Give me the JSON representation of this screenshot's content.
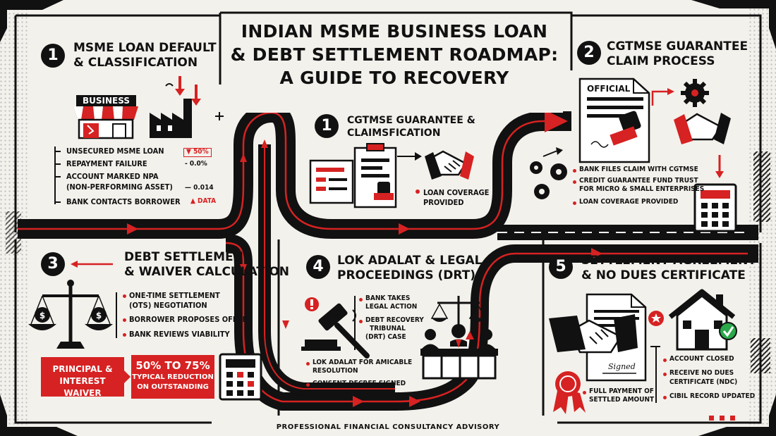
{
  "title": {
    "line1": "INDIAN MSME BUSINESS LOAN",
    "line2": "& DEBT SETTLEMENT ROADMAP:",
    "line3": "A GUIDE TO RECOVERY"
  },
  "colors": {
    "accent": "#d62222",
    "ink": "#111111",
    "paper": "#f3f1ec"
  },
  "sections": {
    "s1": {
      "number": "1",
      "title1": "MSME LOAN DEFAULT",
      "title2": "& CLASSIFICATION",
      "shop_sign": "BUSINESS",
      "items": [
        "UNSECURED MSME LOAN",
        "REPAYMENT FAILURE",
        "ACCOUNT MARKED NPA",
        "(NON-PERFORMING ASSET)",
        "BANK CONTACTS BORROWER"
      ],
      "stats": [
        "▼ 50%",
        "- 0.0%",
        "— 0.014",
        "▲ DATA"
      ]
    },
    "mid": {
      "number": "1",
      "title1": "CGTMSE  GUARANTEE  &",
      "title2": "CLAIMSFICATION",
      "note1": "LOAN COVERAGE",
      "note2": "PROVIDED"
    },
    "s2": {
      "number": "2",
      "title1": "CGTMSE GUARANTEE",
      "title2": "CLAIM PROCESS",
      "doc_label": "OFFICIAL",
      "items": [
        "BANK FILES CLAIM WITH CGTMSE",
        "CREDIT GUARANTEE FUND TRUST",
        "FOR MICRO & SMALL ENTERPRISES",
        "LOAN COVERAGE PROVIDED"
      ]
    },
    "s3": {
      "number": "3",
      "title1": "DEBT SETTLEMENT",
      "title2": "& WAIVER CALCULATION",
      "items": [
        "ONE-TIME SETTLEMENT",
        "(OTS) NEGOTIATION",
        "BORROWER PROPOSES OFFER",
        "BANK REVIEWS VIABILITY"
      ],
      "box1_line1": "PRINCIPAL &",
      "box1_line2": "INTEREST WAIVER",
      "box2_line1": "50% TO 75%",
      "box2_line2": "TYPICAL REDUCTION",
      "box2_line3": "ON OUTSTANDING"
    },
    "s4": {
      "number": "4",
      "title1": "LOK ADALAT & LEGAL",
      "title2": "PROCEEDINGS (DRT)",
      "items": [
        "BANK TAKES",
        "LEGAL ACTION",
        "DEBT RECOVERY",
        "TRIBUNAL",
        "(DRT) CASE",
        "LOK ADALAT FOR AMICABLE",
        "RESOLUTION",
        "CONSENT DECREE SIGNED"
      ]
    },
    "s5": {
      "number": "5",
      "title1": "SETTLEMENT AGREEMENT",
      "title2": "& NO DUES CERTIFICATE",
      "doc_label": "Signed",
      "items": [
        "FULL PAYMENT OF",
        "SETTLED AMOUNT",
        "ACCOUNT CLOSED",
        "RECEIVE NO DUES",
        "CERTIFICATE (NDC)",
        "CIBIL RECORD UPDATED"
      ]
    }
  },
  "footer": "PROFESSIONAL FINANCIAL CONSULTANCY ADVISORY"
}
